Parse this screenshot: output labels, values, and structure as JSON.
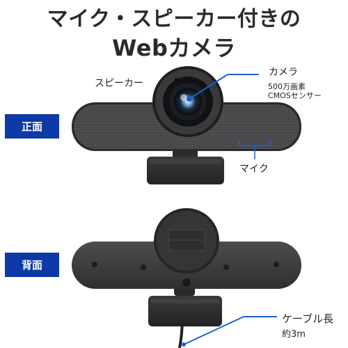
{
  "title": {
    "line1": "マイク・スピーカー付きの",
    "line2": "Webカメラ"
  },
  "labels": {
    "speaker": "スピーカー",
    "camera": "カメラ",
    "camera_spec_line1": "500万画素",
    "camera_spec_line2": "CMOSセンサー",
    "mic": "マイク",
    "cable_length": "ケーブル長",
    "cable_value": "約3m"
  },
  "badges": {
    "front": "正面",
    "back": "背面"
  },
  "colors": {
    "badge_blue": "#0d3aa6",
    "callout_blue": "#1a5fd6"
  }
}
